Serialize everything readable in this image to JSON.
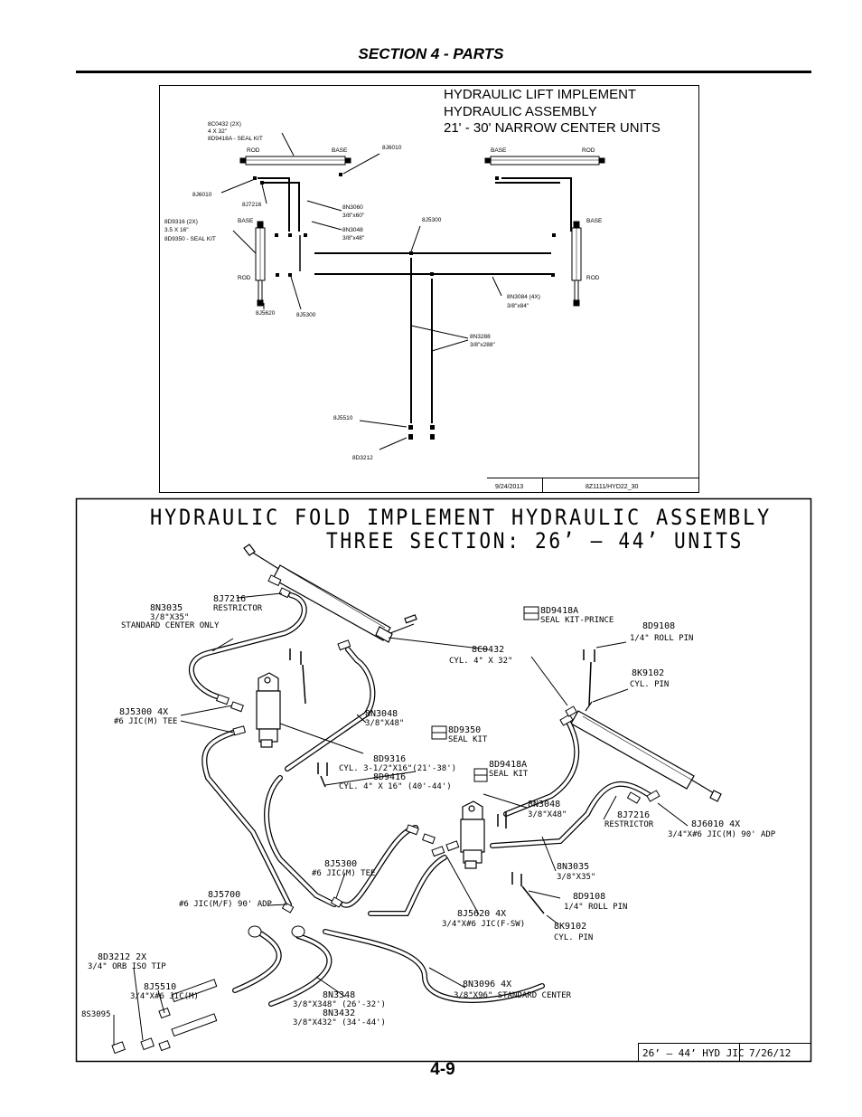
{
  "header": {
    "section_title": "SECTION 4 - PARTS"
  },
  "page_number": "4-9",
  "diagram1": {
    "title_lines": [
      "HYDRAULIC LIFT IMPLEMENT",
      "HYDRAULIC ASSEMBLY",
      "21' - 30' NARROW CENTER UNITS"
    ],
    "labels": {
      "c0432_line1": "8C0432 (2X)",
      "c0432_line2": "4 X 32\"",
      "c0432_line3": "8D9418A - SEAL KIT",
      "rod_top_left": "ROD",
      "base_top_left": "BASE",
      "j6010_top": "8J6010",
      "base_top_right": "BASE",
      "rod_top_right": "ROD",
      "j6010_left": "8J6010",
      "j7216": "8J7216",
      "d9316_line1": "8D9316 (2X)",
      "d9316_line2": "3.5 X 16\"",
      "d9316_line3": "8D9350 - SEAL KIT",
      "base_left": "BASE",
      "rod_left": "ROD",
      "n3060_line1": "8N3060",
      "n3060_line2": "3/8\"x60\"",
      "n3048_line1": "8N3048",
      "n3048_line2": "3/8\"x48\"",
      "j5300_center": "8J5300",
      "base_right": "BASE",
      "rod_right": "ROD",
      "j5620": "8J5620",
      "j5300_left": "8J5300",
      "n3084_line1": "8N3084 (4X)",
      "n3084_line2": "3/8\"x84\"",
      "n3288_line1": "8N3288",
      "n3288_line2": "3/8\"x288\"",
      "j5510": "8J5510",
      "d3212": "8D3212"
    },
    "footer_date": "9/24/2013",
    "footer_code": "8Z1111/HYD22_30"
  },
  "diagram2": {
    "title_line1": "HYDRAULIC FOLD IMPLEMENT HYDRAULIC ASSEMBLY",
    "title_line2": "THREE SECTION: 26’ – 44’ UNITS",
    "labels": {
      "n3035_a_code": "8N3035",
      "n3035_a_size": "3/8\"X35\"",
      "n3035_a_note": "STANDARD CENTER ONLY",
      "j7216_a_code": "8J7216",
      "j7216_a_desc": "RESTRICTOR",
      "d9418a_a_code": "8D9418A",
      "d9418a_a_desc": "SEAL KIT-PRINCE",
      "d9108_a_code": "8D9108",
      "d9108_a_desc": "1/4\" ROLL PIN",
      "c0432_code": "8C0432",
      "c0432_desc": "CYL. 4\" X 32\"",
      "k9102_a_code": "8K9102",
      "k9102_a_desc": "CYL. PIN",
      "j5300_a_code": "8J5300 4X",
      "j5300_a_desc": "#6 JIC(M) TEE",
      "n3048_a_code": "8N3048",
      "n3048_a_size": "3/8\"X48\"",
      "d9350_code": "8D9350",
      "d9350_desc": "SEAL KIT",
      "d9316_code": "8D9316",
      "d9316_desc": "CYL. 3-1/2\"X16\"(21'-38')",
      "d9416_code": "8D9416",
      "d9416_desc": "CYL. 4\" X 16\" (40'-44')",
      "d9418a_b_code": "8D9418A",
      "d9418a_b_desc": "SEAL KIT",
      "n3048_b_code": "8N3048",
      "n3048_b_size": "3/8\"X48\"",
      "j7216_b_code": "8J7216",
      "j7216_b_desc": "RESTRICTOR",
      "j6010_code": "8J6010 4X",
      "j6010_desc": "3/4\"X#6 JIC(M) 90' ADP",
      "j5300_b_code": "8J5300",
      "j5300_b_desc": "#6 JIC(M) TEE",
      "n3035_b_code": "8N3035",
      "n3035_b_size": "3/8\"X35\"",
      "j5700_code": "8J5700",
      "j5700_desc": "#6 JIC(M/F) 90' ADP",
      "d9108_b_code": "8D9108",
      "d9108_b_desc": "1/4\" ROLL PIN",
      "j5620_code": "8J5620 4X",
      "j5620_desc": "3/4\"X#6 JIC(F-SW)",
      "k9102_b_code": "8K9102",
      "k9102_b_desc": "CYL. PIN",
      "d3212_code": "8D3212 2X",
      "d3212_desc": "3/4\" ORB ISO TIP",
      "j5510_code": "8J5510",
      "j5510_desc": "3/4\"X#6 JIC(M)",
      "n3096_code": "8N3096 4X",
      "n3096_desc": "3/8\"X96\" STANDARD CENTER",
      "s3095_code": "8S3095",
      "n3348_code": "8N3348",
      "n3348_desc": "3/8\"X348\" (26'-32')",
      "n3432_code": "8N3432",
      "n3432_desc": "3/8\"X432\" (34'-44')"
    },
    "footer_code": "26’ – 44’ HYD JIC",
    "footer_date": "7/26/12"
  }
}
